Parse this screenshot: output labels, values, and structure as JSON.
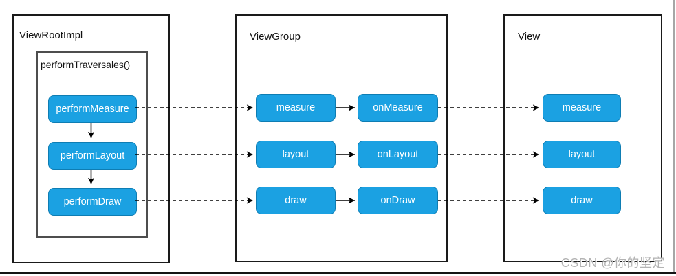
{
  "panels": {
    "view_root_impl": {
      "label": "ViewRootImpl",
      "inner_box_label": "performTraversales()",
      "buttons": {
        "perform_measure": "performMeasure",
        "perform_layout": "performLayout",
        "perform_draw": "performDraw"
      }
    },
    "view_group": {
      "label": "ViewGroup",
      "buttons": {
        "measure": "measure",
        "on_measure": "onMeasure",
        "layout": "layout",
        "on_layout": "onLayout",
        "draw": "draw",
        "on_draw": "onDraw"
      }
    },
    "view": {
      "label": "View",
      "buttons": {
        "measure": "measure",
        "layout": "layout",
        "draw": "draw"
      }
    }
  },
  "colors": {
    "node_fill": "#1ba1e2",
    "node_border": "#0e7db3",
    "node_text": "#ffffff",
    "panel_border": "#1a1a1a",
    "inner_box_border": "#4d4d4d",
    "arrow": "#000000",
    "watermark_text": "#b3b3b3"
  },
  "watermark": {
    "text": "CSDN @你的坚定"
  }
}
